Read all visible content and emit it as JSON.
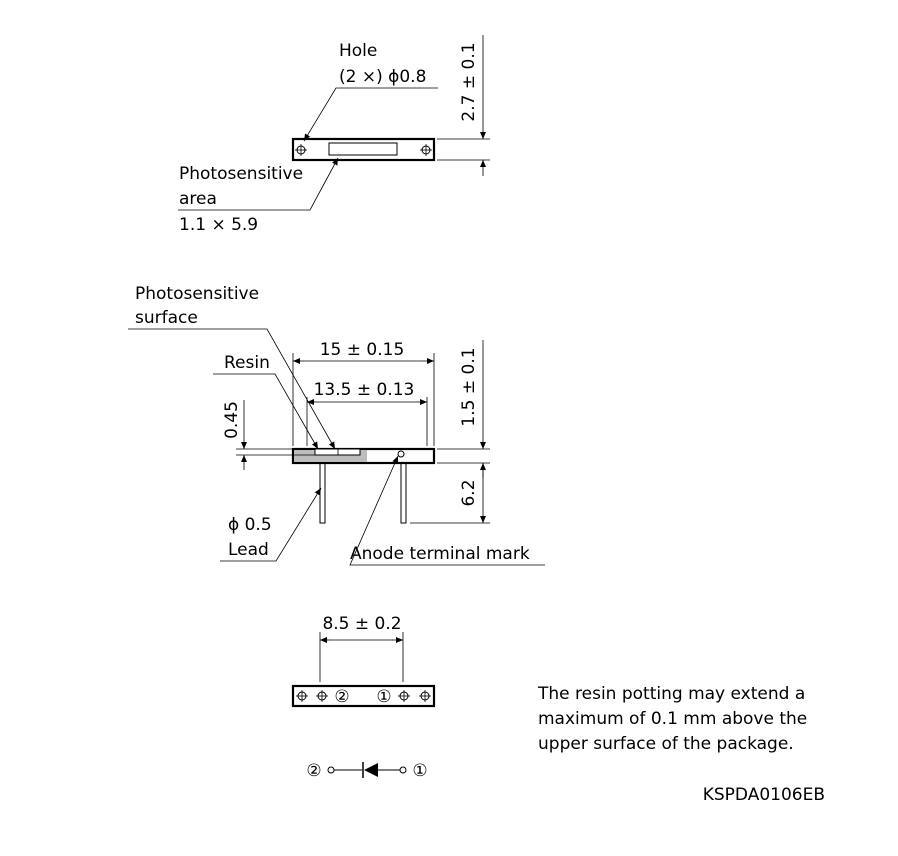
{
  "top_view": {
    "hole_label": "Hole",
    "hole_spec": "(2 ×) ϕ0.8",
    "area_label_1": "Photosensitive",
    "area_label_2": "area",
    "area_size": "1.1 × 5.9",
    "dim_height": "2.7 ± 0.1"
  },
  "side_view": {
    "surface_label_1": "Photosensitive",
    "surface_label_2": "surface",
    "resin_label": "Resin",
    "dim_width": "15 ± 0.15",
    "dim_inner": "13.5 ± 0.13",
    "dim_resin": "0.45",
    "dim_height": "1.5 ± 0.1",
    "dim_lead": "6.2",
    "lead_spec_1": "ϕ 0.5",
    "lead_spec_2": "Lead",
    "anode_mark": "Anode terminal mark"
  },
  "bottom_view": {
    "dim_pitch": "8.5 ± 0.2",
    "pin_2": "②",
    "pin_1": "①"
  },
  "circuit": {
    "pin_2": "②",
    "pin_1": "①"
  },
  "note": {
    "line_1": "The resin potting may extend a",
    "line_2": "maximum of 0.1 mm above the",
    "line_3": "upper surface of the package."
  },
  "drawing_code": "KSPDA0106EB"
}
